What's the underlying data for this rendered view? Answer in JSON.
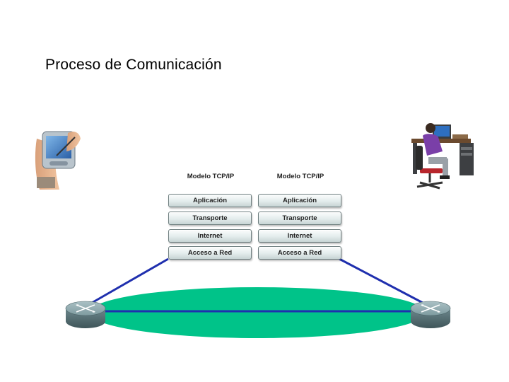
{
  "title": "Proceso de Comunicación",
  "stack_left": {
    "title": "Modelo TCP/IP",
    "layers": [
      "Aplicación",
      "Transporte",
      "Internet",
      "Acceso a Red"
    ]
  },
  "stack_right": {
    "title": "Modelo TCP/IP",
    "layers": [
      "Aplicación",
      "Transporte",
      "Internet",
      "Acceso a Red"
    ]
  },
  "colors": {
    "network_ellipse": "#00c389",
    "link_line": "#1f2fae",
    "router_body": "#6e8c91",
    "chair": "#b8262c",
    "person_shirt": "#7a3fa8"
  },
  "icons": [
    "pda-hand-icon",
    "workstation-user-icon",
    "router-icon"
  ]
}
